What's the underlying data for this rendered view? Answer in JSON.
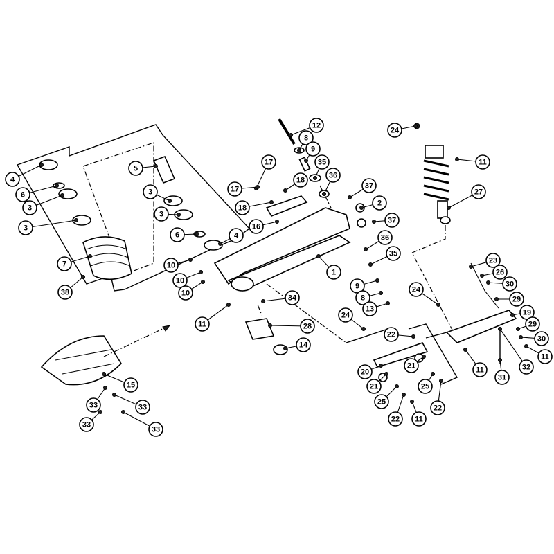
{
  "diagram": {
    "type": "exploded-parts-diagram",
    "callouts": [
      "12",
      "8",
      "9",
      "17",
      "35",
      "18",
      "36",
      "17",
      "37",
      "18",
      "2",
      "16",
      "37",
      "24",
      "11",
      "27",
      "4",
      "6",
      "3",
      "3",
      "7",
      "38",
      "5",
      "3",
      "3",
      "6",
      "4",
      "10",
      "10",
      "10",
      "1",
      "36",
      "35",
      "9",
      "8",
      "13",
      "34",
      "11",
      "28",
      "14",
      "24",
      "22",
      "20",
      "21",
      "21",
      "25",
      "25",
      "22",
      "11",
      "22",
      "23",
      "26",
      "30",
      "29",
      "24",
      "19",
      "29",
      "30",
      "11",
      "32",
      "31",
      "11",
      "15",
      "33",
      "33",
      "33",
      "33"
    ]
  }
}
